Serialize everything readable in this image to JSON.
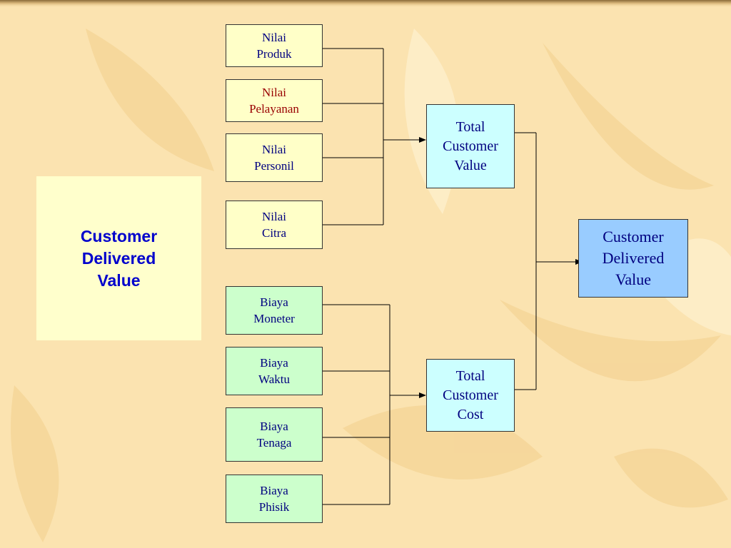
{
  "title": "Customer\nDelivered\nValue",
  "values": [
    {
      "label": "Nilai\nProduk"
    },
    {
      "label": "Nilai\nPelayanan"
    },
    {
      "label": "Nilai\nPersonil"
    },
    {
      "label": "Nilai\nCitra"
    }
  ],
  "costs": [
    {
      "label": "Biaya\nMoneter"
    },
    {
      "label": "Biaya\nWaktu"
    },
    {
      "label": "Biaya\nTenaga"
    },
    {
      "label": "Biaya\nPhisik"
    }
  ],
  "total_value": "Total\nCustomer\nValue",
  "total_cost": "Total\nCustomer\nCost",
  "result": "Customer\nDelivered\nValue",
  "colors": {
    "value_box": "#ffffc8",
    "cost_box": "#ccffcc",
    "total_box": "#ccffff",
    "result_box": "#99ccff",
    "text": "#000080",
    "title_text": "#0000cc",
    "highlight_text": "#990000"
  }
}
